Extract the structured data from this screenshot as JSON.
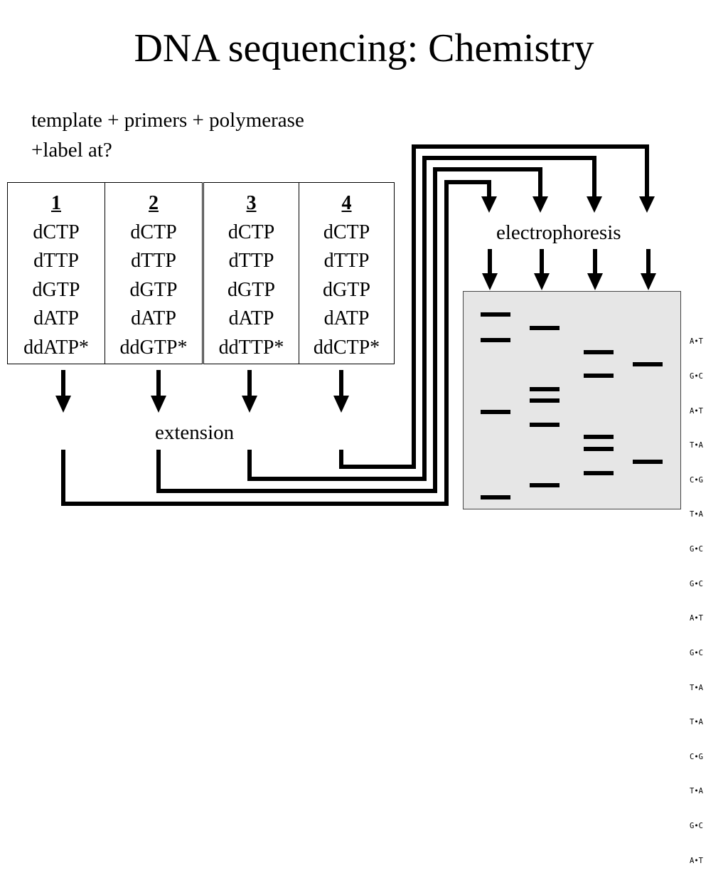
{
  "title": "DNA sequencing: Chemistry",
  "reagents": {
    "line1": "template + primers + polymerase",
    "line2": "+label at?"
  },
  "tubes": [
    {
      "number": "1",
      "nucleotides": [
        "dCTP",
        "dTTP",
        "dGTP",
        "dATP",
        "ddATP*"
      ]
    },
    {
      "number": "2",
      "nucleotides": [
        "dCTP",
        "dTTP",
        "dGTP",
        "dATP",
        "ddGTP*"
      ]
    },
    {
      "number": "3",
      "nucleotides": [
        "dCTP",
        "dTTP",
        "dGTP",
        "dATP",
        "ddTTP*"
      ]
    },
    {
      "number": "4",
      "nucleotides": [
        "dCTP",
        "dTTP",
        "dGTP",
        "dATP",
        "ddCTP*"
      ]
    }
  ],
  "labels": {
    "extension": "extension",
    "electrophoresis": "electrophoresis"
  },
  "sequence_pairs": [
    "A•T",
    "G•C",
    "A•T",
    "T•A",
    "C•G",
    "T•A",
    "G•C",
    "G•C",
    "A•T",
    "G•C",
    "T•A",
    "T•A",
    "C•G",
    "T•A",
    "G•C",
    "A•T"
  ],
  "colors": {
    "background": "#ffffff",
    "ink": "#000000",
    "gel": "#e6e6e6"
  }
}
